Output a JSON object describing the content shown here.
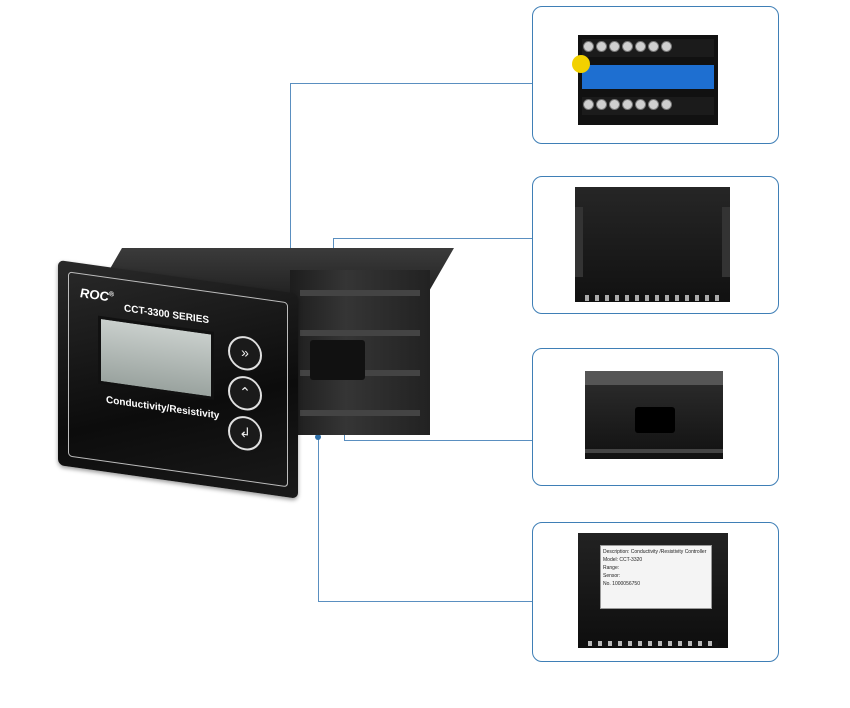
{
  "device": {
    "brand": "ROC",
    "registered_mark": "®",
    "model_series": "CCT-3300 SERIES",
    "function_label": "Conductivity/Resistivity"
  },
  "label_plate": {
    "description": "Description: Conductivity /Resistivity Controller",
    "model": "Model:    CCT-3320",
    "range": "Range:",
    "sensor": "Sensor:",
    "serial": "No. 1000056750"
  },
  "colors": {
    "frame_blue": "#3f7fb6",
    "line_blue": "#5a8fc0"
  }
}
